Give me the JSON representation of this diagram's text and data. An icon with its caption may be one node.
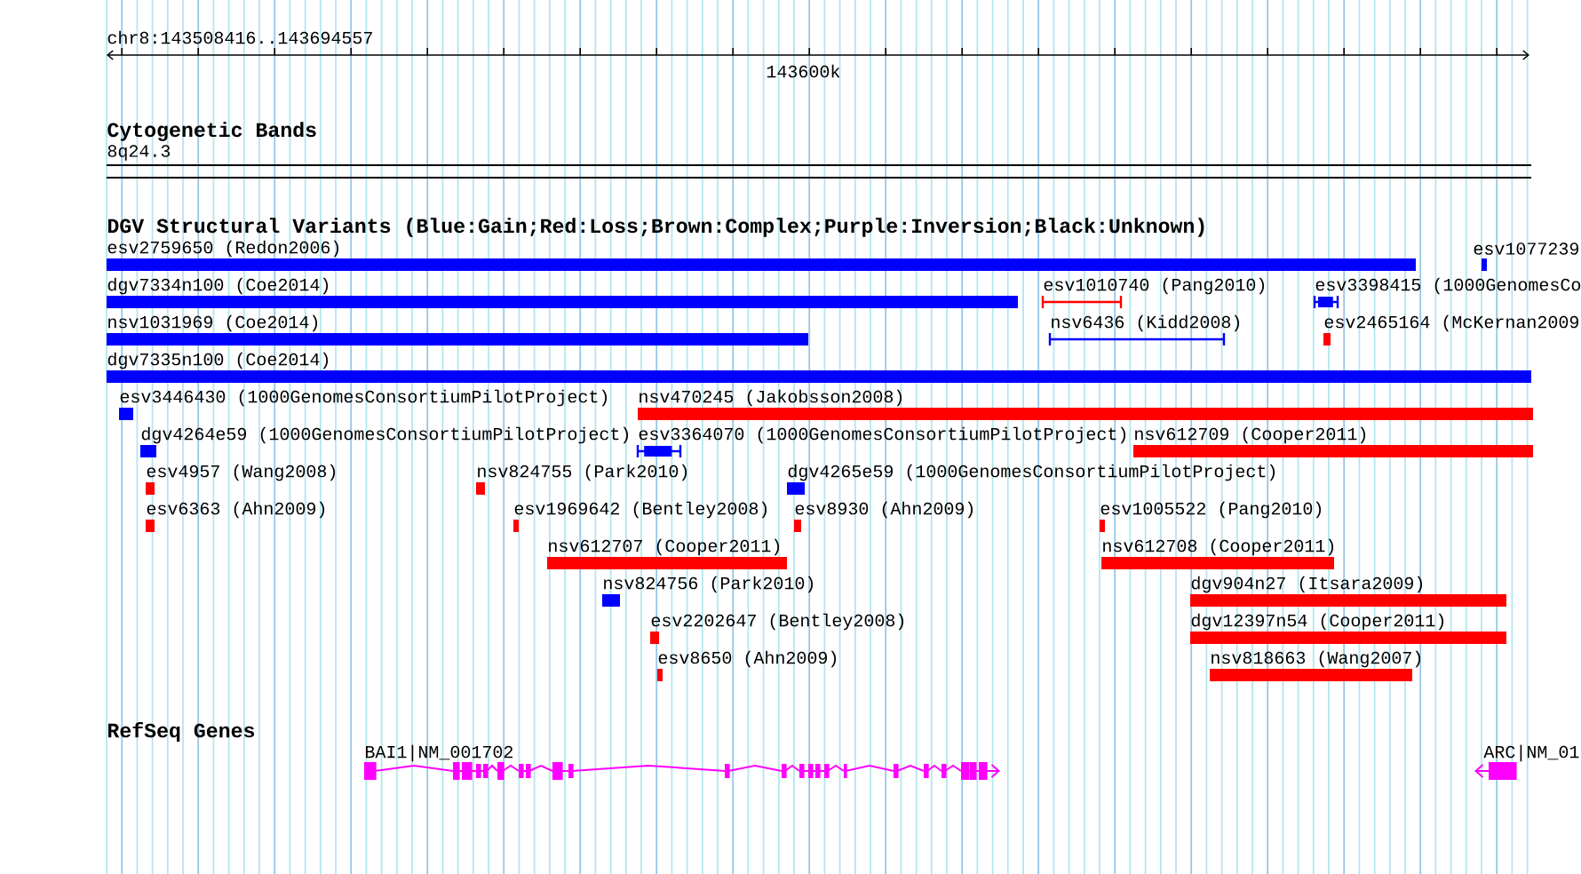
{
  "diagram": {
    "nodes": [
      {
        "text": [
          "esv2759650 (Redon2006)"
        ]
      },
      {
        "text": [
          "esv1077239"
        ]
      },
      {
        "text": [
          "dgv7334n100 (Coe2014)"
        ]
      },
      {
        "text": [
          "esv1010740 (Pang2010)"
        ]
      },
      {
        "text": [
          "esv3398415 (1000GenomesCo"
        ]
      },
      {
        "text": [
          "nsv1031969 (Coe2014)"
        ]
      },
      {
        "text": [
          "nsv6436 (Kidd2008)"
        ]
      },
      {
        "text": [
          "esv2465164 (McKernan2009"
        ]
      },
      {
        "text": [
          "dgv7335n100 (Coe2014)"
        ]
      },
      {
        "text": [
          "esv3446430 (1000GenomesConsortiumPilotProject)"
        ]
      },
      {
        "text": [
          "nsv470245 (Jakobsson2008)"
        ]
      },
      {
        "text": [
          "dgv4264e59 (1000GenomesConsortiumPilotProject)"
        ]
      },
      {
        "text": [
          "esv3364070 (1000GenomesConsortiumPilotProject)"
        ]
      },
      {
        "text": [
          "nsv612709 (Cooper2011)"
        ]
      },
      {
        "text": [
          "esv4957 (Wang2008)"
        ]
      },
      {
        "text": [
          "nsv824755 (Park2010)"
        ]
      },
      {
        "text": [
          "dgv4265e59 (1000GenomesConsortiumPilotProject)"
        ]
      },
      {
        "text": [
          "esv6363 (Ahn2009)"
        ]
      },
      {
        "text": [
          "esv1969642 (Bentley2008)"
        ]
      },
      {
        "text": [
          "esv8930 (Ahn2009)"
        ]
      },
      {
        "text": [
          "esv1005522 (Pang2010)"
        ]
      },
      {
        "text": [
          "nsv612707 (Cooper2011)"
        ]
      },
      {
        "text": [
          "nsv612708 (Cooper2011)"
        ]
      },
      {
        "text": [
          "nsv824756 (Park2010)"
        ]
      },
      {
        "text": [
          "dgv904n27 (Itsara2009)"
        ]
      },
      {
        "text": [
          "esv2202647 (Bentley2008)"
        ]
      },
      {
        "text": [
          "dgv12397n54 (Cooper2011)"
        ]
      },
      {
        "text": [
          "esv8650 (Ahn2009)"
        ]
      },
      {
        "text": [
          "nsv818663 (Wang2007)"
        ]
      },
      {
        "text": [
          "BAI1|NM_001702"
        ]
      },
      {
        "text": [
          "ARC|NM_01"
        ]
      }
    ],
    "labels": [
      "chr8:143508416..143694557",
      "143600k",
      "Cytogenetic Bands",
      "8q24.3",
      "DGV Structural Variants (Blue:Gain;Red:Loss;Brown:Complex;Purple:Inversion;Black:Unknown)",
      "RefSeq Genes"
    ]
  }
}
